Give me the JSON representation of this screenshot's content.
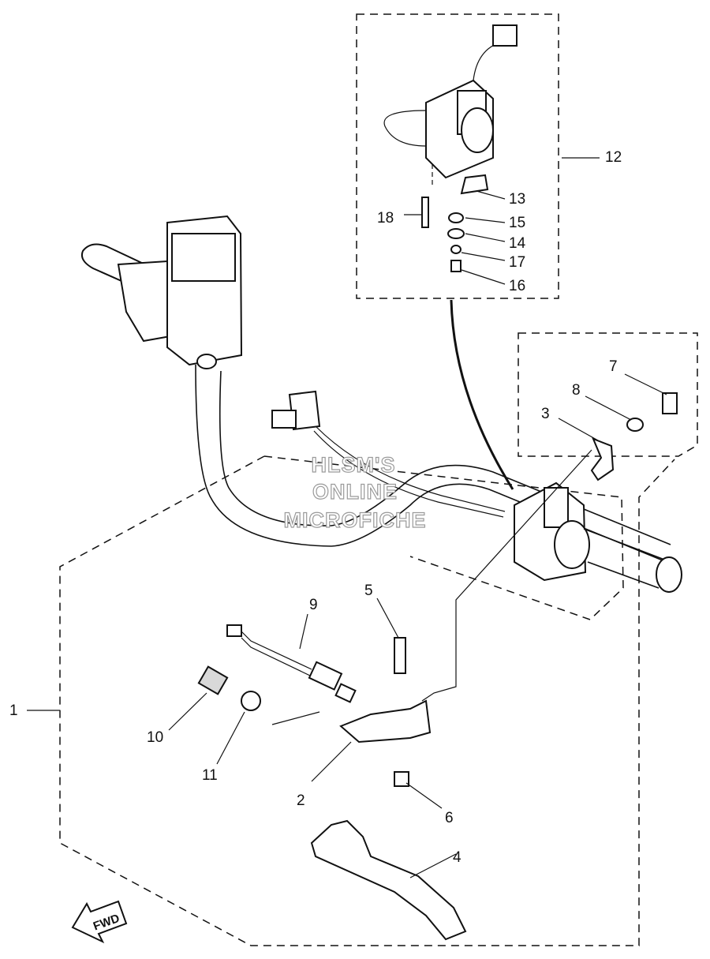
{
  "callouts": [
    "1",
    "2",
    "3",
    "4",
    "5",
    "6",
    "7",
    "8",
    "9",
    "10",
    "11",
    "12",
    "13",
    "14",
    "15",
    "16",
    "17",
    "18"
  ],
  "watermark": [
    "HLSM'S",
    "ONLINE",
    "MICROFICHE"
  ],
  "fwd_label": "FWD"
}
